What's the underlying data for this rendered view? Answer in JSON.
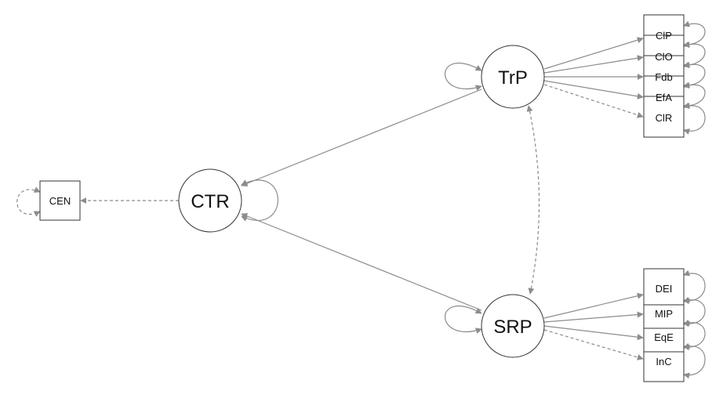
{
  "latents": [
    {
      "id": "CTR",
      "label": "CTR"
    },
    {
      "id": "TrP",
      "label": "TrP"
    },
    {
      "id": "SRP",
      "label": "SRP"
    }
  ],
  "observed": {
    "cen": {
      "label": "CEN"
    },
    "trp_group": [
      {
        "id": "ClP",
        "label": "ClP"
      },
      {
        "id": "ClO",
        "label": "ClO"
      },
      {
        "id": "Fdb",
        "label": "Fdb"
      },
      {
        "id": "EfA",
        "label": "EfA"
      },
      {
        "id": "ClR",
        "label": "ClR"
      }
    ],
    "srp_group": [
      {
        "id": "DEI",
        "label": "DEI"
      },
      {
        "id": "MIP",
        "label": "MIP"
      },
      {
        "id": "EqE",
        "label": "EqE"
      },
      {
        "id": "InC",
        "label": "InC"
      }
    ]
  },
  "paths": [
    {
      "from": "TrP",
      "to": "CTR",
      "style": "solid"
    },
    {
      "from": "SRP",
      "to": "CTR",
      "style": "solid"
    },
    {
      "from": "CTR",
      "to": "CEN",
      "style": "dashed"
    },
    {
      "from": "TrP",
      "to": "SRP",
      "style": "dashed",
      "bidirectional": true
    },
    {
      "from": "TrP",
      "to": "ClP",
      "style": "solid"
    },
    {
      "from": "TrP",
      "to": "ClO",
      "style": "solid"
    },
    {
      "from": "TrP",
      "to": "Fdb",
      "style": "solid"
    },
    {
      "from": "TrP",
      "to": "EfA",
      "style": "solid"
    },
    {
      "from": "TrP",
      "to": "ClR",
      "style": "dashed"
    },
    {
      "from": "SRP",
      "to": "DEI",
      "style": "solid"
    },
    {
      "from": "SRP",
      "to": "MIP",
      "style": "solid"
    },
    {
      "from": "SRP",
      "to": "EqE",
      "style": "solid"
    },
    {
      "from": "SRP",
      "to": "InC",
      "style": "dashed"
    }
  ],
  "colors": {
    "edge": "#8c8c8c",
    "node_stroke": "#333333",
    "background": "#ffffff"
  }
}
